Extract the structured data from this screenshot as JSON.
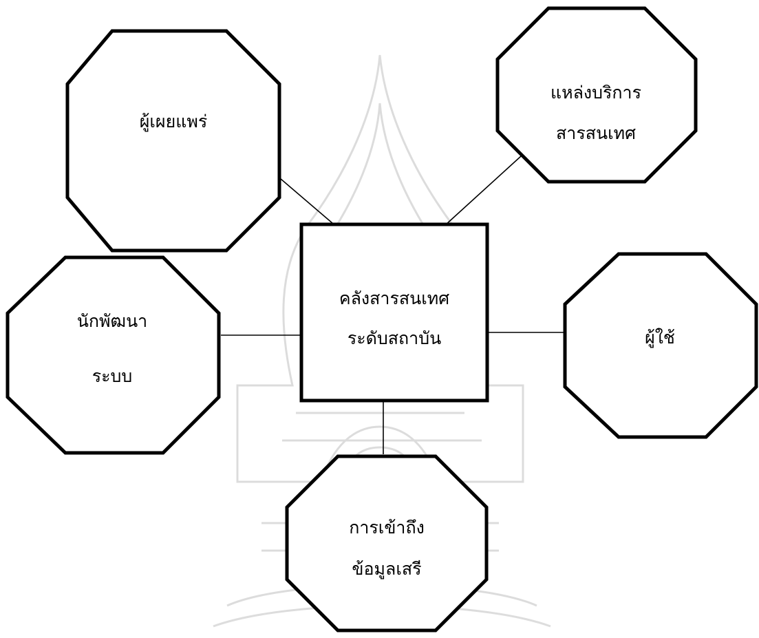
{
  "diagram": {
    "center": {
      "lines": [
        "คลังสารสนเทศ",
        "ระดับสถาบัน"
      ],
      "shape": "square"
    },
    "nodes": {
      "publisher": {
        "lines": [
          "ผู้เผยแพร่"
        ],
        "shape": "octagon"
      },
      "service_source": {
        "lines": [
          "แหล่งบริการ",
          "สารสนเทศ"
        ],
        "shape": "octagon"
      },
      "developer": {
        "lines": [
          "นักพัฒนา",
          "ระบบ"
        ],
        "shape": "octagon"
      },
      "user": {
        "lines": [
          "ผู้ใช้"
        ],
        "shape": "octagon"
      },
      "open_access": {
        "lines": [
          "การเข้าถึง",
          "ข้อมูลเสรี"
        ],
        "shape": "octagon"
      }
    },
    "edges": [
      {
        "from": "publisher",
        "to": "center"
      },
      {
        "from": "service_source",
        "to": "center"
      },
      {
        "from": "developer",
        "to": "center"
      },
      {
        "from": "user",
        "to": "center"
      },
      {
        "from": "open_access",
        "to": "center"
      }
    ]
  },
  "colors": {
    "stroke": "#000000",
    "fill": "#ffffff",
    "watermark": "#d9d9d9"
  },
  "watermark": {
    "type": "institution-emblem"
  }
}
